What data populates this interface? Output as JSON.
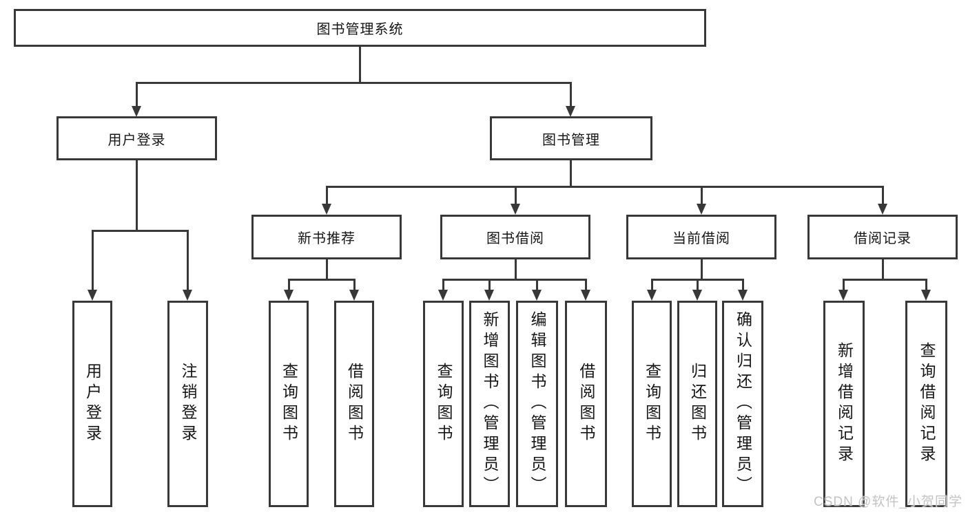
{
  "colors": {
    "line": "#383838",
    "box_border": "#383838",
    "box_fill": "#ffffff",
    "text": "#161616",
    "watermark": "#c3c3c3",
    "background": "#ffffff"
  },
  "tree": {
    "label": "图书管理系统",
    "children": [
      {
        "label": "用户登录",
        "children": [
          {
            "label": "用户登录"
          },
          {
            "label": "注销登录"
          }
        ]
      },
      {
        "label": "图书管理",
        "children": [
          {
            "label": "新书推荐",
            "children": [
              {
                "label": "查询图书"
              },
              {
                "label": "借阅图书"
              }
            ]
          },
          {
            "label": "图书借阅",
            "children": [
              {
                "label": "查询图书"
              },
              {
                "label": "新增图书（管理员）"
              },
              {
                "label": "编辑图书（管理员）"
              },
              {
                "label": "借阅图书"
              }
            ]
          },
          {
            "label": "当前借阅",
            "children": [
              {
                "label": "查询图书"
              },
              {
                "label": "归还图书"
              },
              {
                "label": "确认归还（管理员）"
              }
            ]
          },
          {
            "label": "借阅记录",
            "children": [
              {
                "label": "新增借阅记录"
              },
              {
                "label": "查询借阅记录"
              }
            ]
          }
        ]
      }
    ]
  },
  "watermark": {
    "text": "CSDN @软件_小贺同学"
  }
}
